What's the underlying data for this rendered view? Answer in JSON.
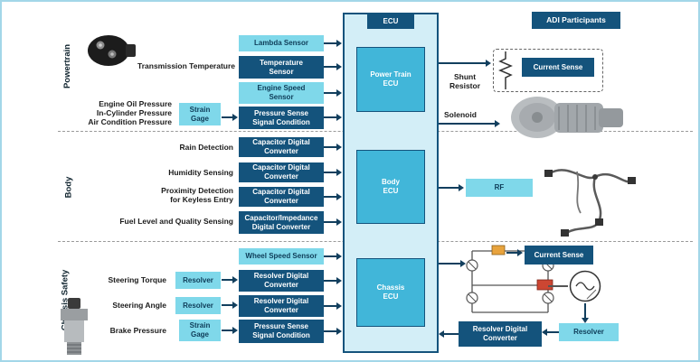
{
  "colors": {
    "dark_blue": "#14537c",
    "light_blue": "#7fd8ea",
    "mid_blue": "#41b6d9",
    "ecu_fill": "#d3eef7",
    "frame": "#a3d7e8",
    "accent_orange": "#e8a33d",
    "accent_red": "#cc4632"
  },
  "header": {
    "adi_participants": "ADI Participants"
  },
  "section_labels": {
    "powertrain": "Powertrain",
    "body": "Body",
    "chassis": "Chassis Safety"
  },
  "ecu": {
    "title": "ECU",
    "powertrain_ecu": "Power Train ECU",
    "body_ecu": "Body ECU",
    "chassis_ecu": "Chassis ECU"
  },
  "powertrain": {
    "sensor_caption": "Transmission Temperature",
    "pressure_labels": [
      "Engine Oil Pressure",
      "In-Cylinder Pressure",
      "Air Condition Pressure"
    ],
    "strain_gage": "Strain Gage",
    "lambda_sensor": "Lambda Sensor",
    "temperature_sensor": "Temperature Sensor",
    "engine_speed_sensor": "Engine Speed Sensor",
    "pressure_sense": "Pressure Sense Signal Condition",
    "shunt_resistor": "Shunt Resistor",
    "current_sense": "Current Sense",
    "solenoid": "Solenoid"
  },
  "body_section": {
    "rows": [
      {
        "label": "Rain Detection",
        "box": "Capacitor Digital Converter"
      },
      {
        "label": "Humidity Sensing",
        "box": "Capacitor Digital Converter"
      },
      {
        "label": "Proximity Detection for Keyless Entry",
        "box": "Capacitor Digital Converter"
      },
      {
        "label": "Fuel Level and Quality Sensing",
        "box": "Capacitor/Impedance Digital Converter"
      }
    ],
    "rf": "RF"
  },
  "chassis": {
    "wheel_speed_sensor": "Wheel Speed Sensor",
    "rows": [
      {
        "label": "Steering Torque",
        "front": "Resolver",
        "box": "Resolver Digital Converter"
      },
      {
        "label": "Steering Angle",
        "front": "Resolver",
        "box": "Resolver Digital Converter"
      },
      {
        "label": "Brake Pressure",
        "front": "Strain Gage",
        "box": "Pressure Sense Signal Condition"
      }
    ],
    "current_sense": "Current Sense",
    "resolver_digital_converter": "Resolver Digital Converter",
    "resolver": "Resolver"
  }
}
